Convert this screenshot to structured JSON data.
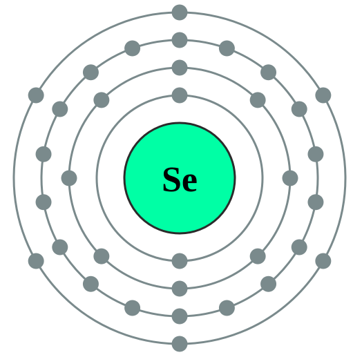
{
  "element": {
    "symbol": "Se"
  },
  "shells": [
    {
      "electrons": 2
    },
    {
      "electrons": 8
    },
    {
      "electrons": 18
    },
    {
      "electrons": 6
    }
  ],
  "colors": {
    "nucleus_fill": "#00ffa5",
    "nucleus_stroke": "#2b2b2b",
    "shell_stroke": "#7a8a8c",
    "electron_fill": "#7a8a8c",
    "label": "#000000",
    "background": "#ffffff"
  }
}
